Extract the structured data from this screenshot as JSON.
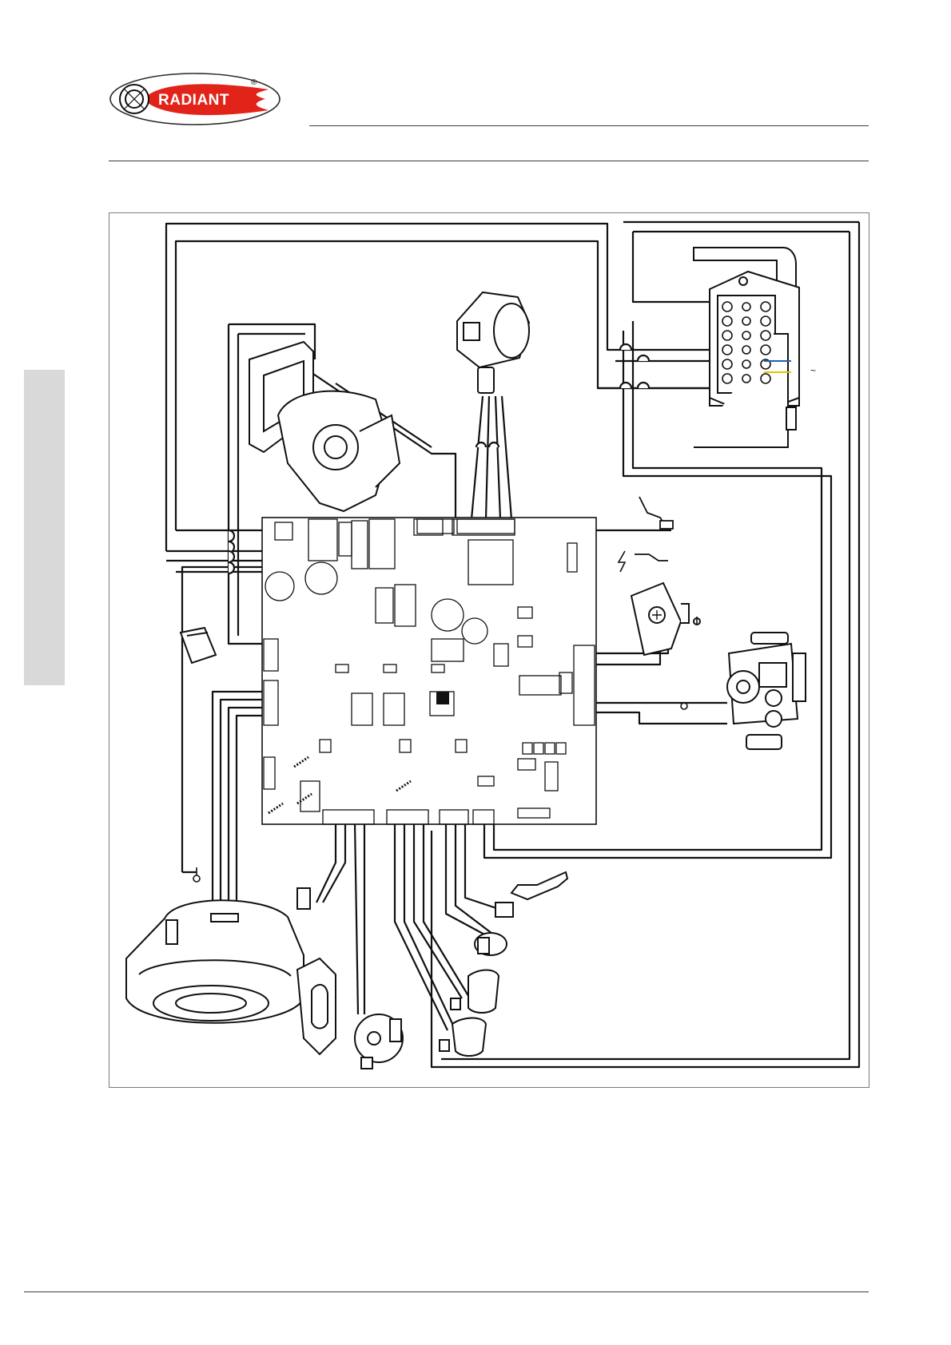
{
  "header": {
    "brand_name": "RADIANT",
    "registered_mark": "®"
  },
  "colors": {
    "brand_red": "#e2231a",
    "line": "#111111",
    "side_tab": "#d9d9d9",
    "wire_blue": "#1d5fb8",
    "wire_yellow": "#e5c400"
  },
  "diagram": {
    "terminal_symbol": "~",
    "components": [
      "circulating-pump",
      "air-pressure-switch",
      "terminal-block",
      "main-control-board",
      "ignition-electrode",
      "ignition-transformer",
      "gas-valve",
      "fan-blower",
      "flow-switch",
      "temperature-probe",
      "safety-thermostat",
      "ntc-clip-sensors",
      "three-way-valve-motor"
    ]
  }
}
